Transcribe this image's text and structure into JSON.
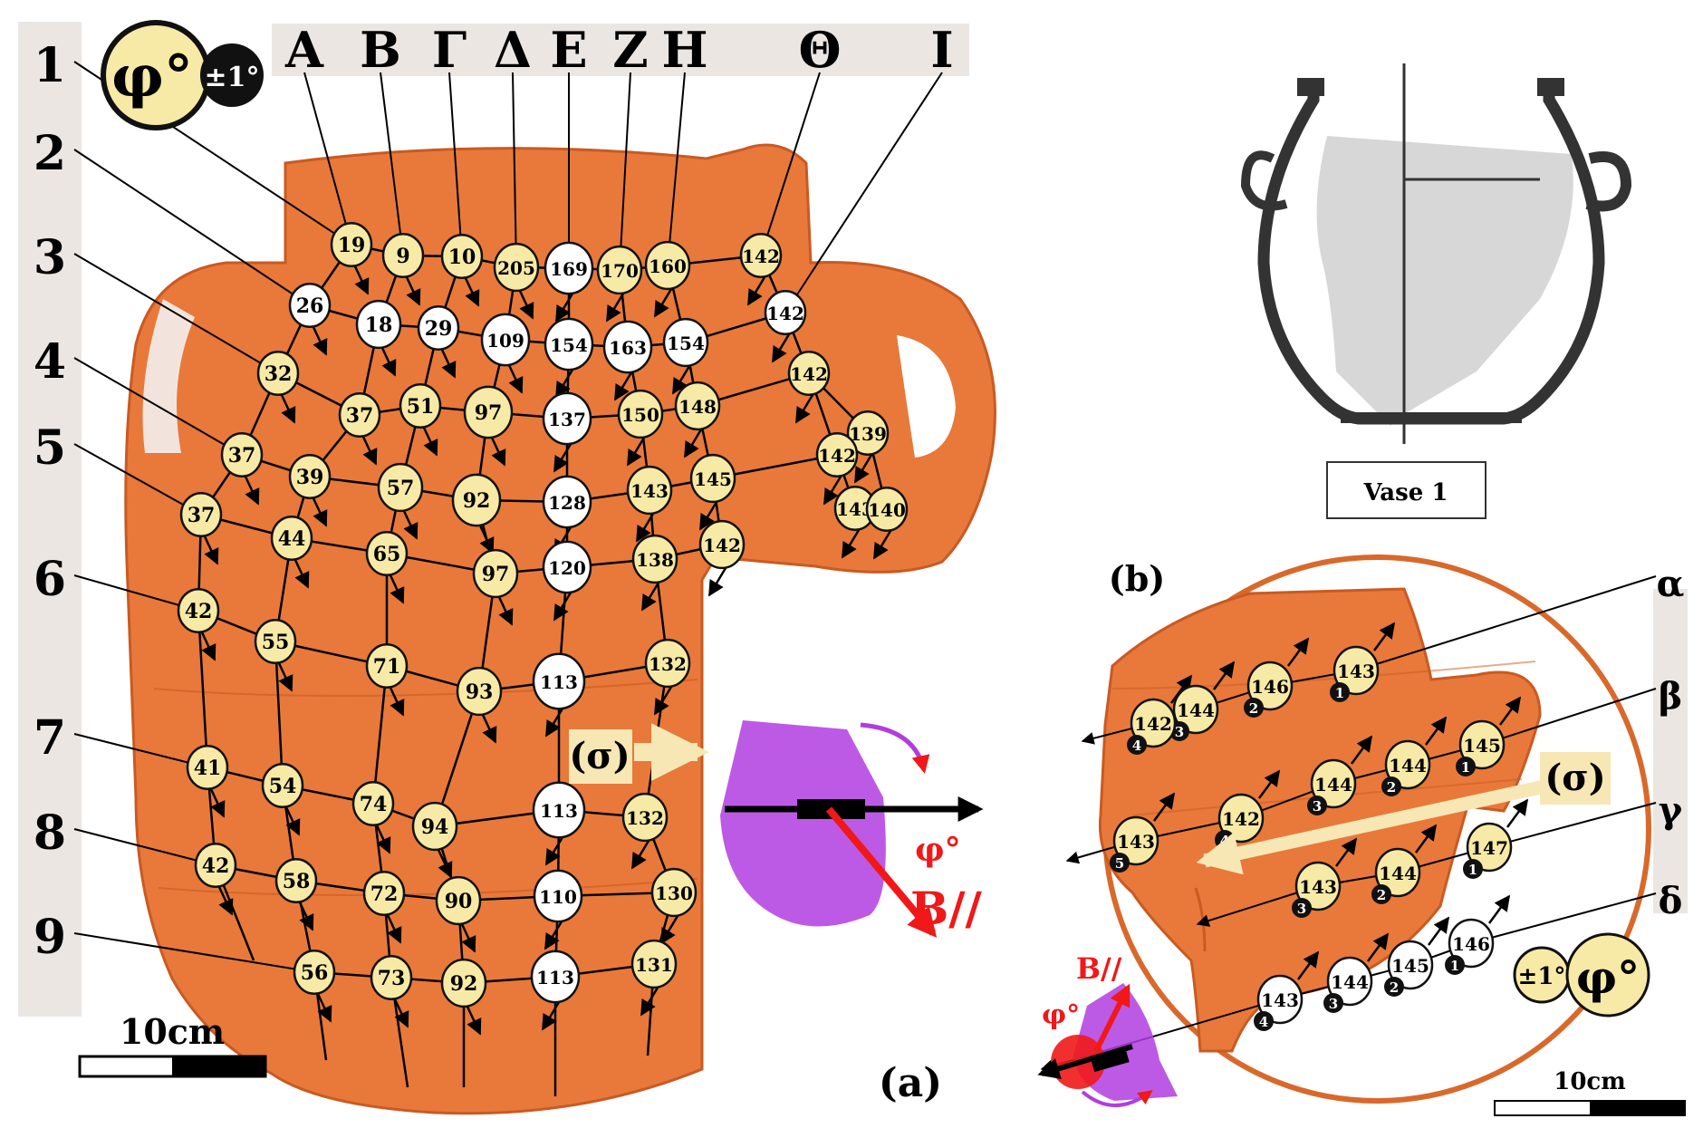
{
  "panel_a": {
    "label": "(a)",
    "row_labels": [
      "1",
      "2",
      "3",
      "4",
      "5",
      "6",
      "7",
      "8",
      "9"
    ],
    "col_labels": [
      "Α",
      "Β",
      "Γ",
      "Δ",
      "Ε",
      "Ζ",
      "Η",
      "Θ",
      "Ι"
    ],
    "legend_phi": "φ°",
    "legend_err": "±1°",
    "sigma_label": "(σ)",
    "scale_label": "10cm",
    "inset_phi": "φ°",
    "inset_b": "B//",
    "points": [
      {
        "v": "19",
        "f": "y"
      },
      {
        "v": "9",
        "f": "y"
      },
      {
        "v": "10",
        "f": "y"
      },
      {
        "v": "205",
        "f": "y"
      },
      {
        "v": "169",
        "f": "w"
      },
      {
        "v": "170",
        "f": "y"
      },
      {
        "v": "160",
        "f": "y"
      },
      {
        "v": "142",
        "f": "y"
      },
      {
        "v": "26",
        "f": "w"
      },
      {
        "v": "18",
        "f": "w"
      },
      {
        "v": "29",
        "f": "w"
      },
      {
        "v": "109",
        "f": "w"
      },
      {
        "v": "154",
        "f": "w"
      },
      {
        "v": "163",
        "f": "w"
      },
      {
        "v": "154",
        "f": "w"
      },
      {
        "v": "142",
        "f": "w"
      },
      {
        "v": "32",
        "f": "y"
      },
      {
        "v": "37",
        "f": "y"
      },
      {
        "v": "51",
        "f": "y"
      },
      {
        "v": "97",
        "f": "y"
      },
      {
        "v": "137",
        "f": "w"
      },
      {
        "v": "150",
        "f": "y"
      },
      {
        "v": "148",
        "f": "y"
      },
      {
        "v": "142",
        "f": "y"
      },
      {
        "v": "139",
        "f": "y"
      },
      {
        "v": "37",
        "f": "y"
      },
      {
        "v": "39",
        "f": "y"
      },
      {
        "v": "57",
        "f": "y"
      },
      {
        "v": "92",
        "f": "y"
      },
      {
        "v": "128",
        "f": "w"
      },
      {
        "v": "143",
        "f": "y"
      },
      {
        "v": "145",
        "f": "y"
      },
      {
        "v": "142",
        "f": "y"
      },
      {
        "v": "143",
        "f": "y"
      },
      {
        "v": "140",
        "f": "y"
      },
      {
        "v": "37",
        "f": "y"
      },
      {
        "v": "44",
        "f": "y"
      },
      {
        "v": "65",
        "f": "y"
      },
      {
        "v": "97",
        "f": "y"
      },
      {
        "v": "120",
        "f": "w"
      },
      {
        "v": "138",
        "f": "y"
      },
      {
        "v": "142",
        "f": "y"
      },
      {
        "v": "42",
        "f": "y"
      },
      {
        "v": "55",
        "f": "y"
      },
      {
        "v": "71",
        "f": "y"
      },
      {
        "v": "93",
        "f": "y"
      },
      {
        "v": "113",
        "f": "w"
      },
      {
        "v": "132",
        "f": "y"
      },
      {
        "v": "41",
        "f": "y"
      },
      {
        "v": "54",
        "f": "y"
      },
      {
        "v": "74",
        "f": "y"
      },
      {
        "v": "94",
        "f": "y"
      },
      {
        "v": "113",
        "f": "w"
      },
      {
        "v": "132",
        "f": "y"
      },
      {
        "v": "42",
        "f": "y"
      },
      {
        "v": "58",
        "f": "y"
      },
      {
        "v": "72",
        "f": "y"
      },
      {
        "v": "90",
        "f": "y"
      },
      {
        "v": "110",
        "f": "w"
      },
      {
        "v": "130",
        "f": "y"
      },
      {
        "v": "56",
        "f": "y"
      },
      {
        "v": "73",
        "f": "y"
      },
      {
        "v": "92",
        "f": "y"
      },
      {
        "v": "113",
        "f": "w"
      },
      {
        "v": "131",
        "f": "y"
      }
    ]
  },
  "vase": {
    "caption": "Vase 1"
  },
  "panel_b": {
    "label": "(b)",
    "row_labels": [
      "α",
      "β",
      "γ",
      "δ"
    ],
    "sigma_label": "(σ)",
    "legend_phi": "φ°",
    "legend_err": "±1°",
    "scale_label": "10cm",
    "inset_phi": "φ°",
    "inset_b": "B//",
    "points": [
      {
        "v": "143",
        "f": "y",
        "n": "1"
      },
      {
        "v": "146",
        "f": "y",
        "n": "2"
      },
      {
        "v": "144",
        "f": "y",
        "n": "3"
      },
      {
        "v": "142",
        "f": "y",
        "n": "4"
      },
      {
        "v": "145",
        "f": "y",
        "n": "1"
      },
      {
        "v": "144",
        "f": "y",
        "n": "2"
      },
      {
        "v": "144",
        "f": "y",
        "n": "3"
      },
      {
        "v": "142",
        "f": "y",
        "n": "4"
      },
      {
        "v": "143",
        "f": "y",
        "n": "5"
      },
      {
        "v": "147",
        "f": "y",
        "n": "1"
      },
      {
        "v": "144",
        "f": "y",
        "n": "2"
      },
      {
        "v": "143",
        "f": "y",
        "n": "3"
      },
      {
        "v": "146",
        "f": "w",
        "n": "1"
      },
      {
        "v": "145",
        "f": "w",
        "n": "2"
      },
      {
        "v": "144",
        "f": "w",
        "n": "3"
      },
      {
        "v": "143",
        "f": "w",
        "n": "4"
      }
    ]
  },
  "colors": {
    "pottery": "#e8793a",
    "pottery_dark": "#c95a22",
    "marker_yellow": "#f7eaa6",
    "label_strip": "#ece6e3",
    "inset_purple": "#b13de0",
    "field_red": "#f01818",
    "arrow_cream": "#f6e7b4",
    "ring_orange": "#d9692a"
  }
}
